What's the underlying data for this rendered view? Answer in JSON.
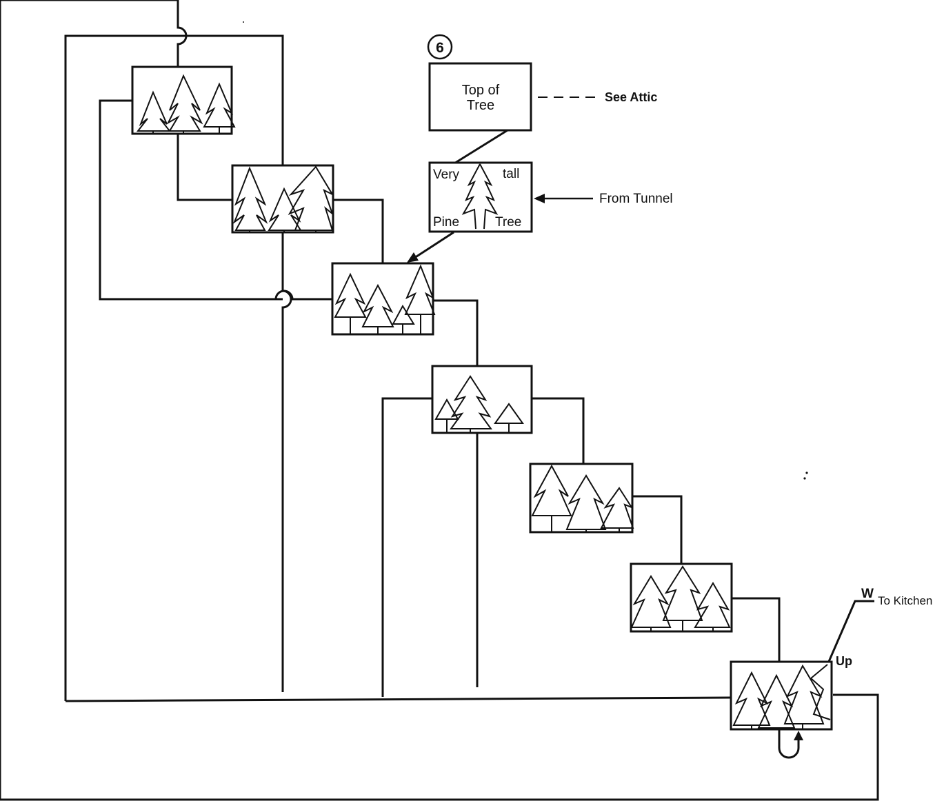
{
  "diagram": {
    "badge": "6",
    "top_of_tree": {
      "line1": "Top of",
      "line2": "Tree"
    },
    "see_attic": "See Attic",
    "pine_tree": {
      "very": "Very",
      "tall": "tall",
      "pine": "Pine",
      "tree": "Tree"
    },
    "from_tunnel": "From Tunnel",
    "to_kitchen": {
      "direction": "W",
      "label": "To Kitchen"
    },
    "up": "Up"
  },
  "colors": {
    "ink": "#111111",
    "paper": "#ffffff"
  }
}
